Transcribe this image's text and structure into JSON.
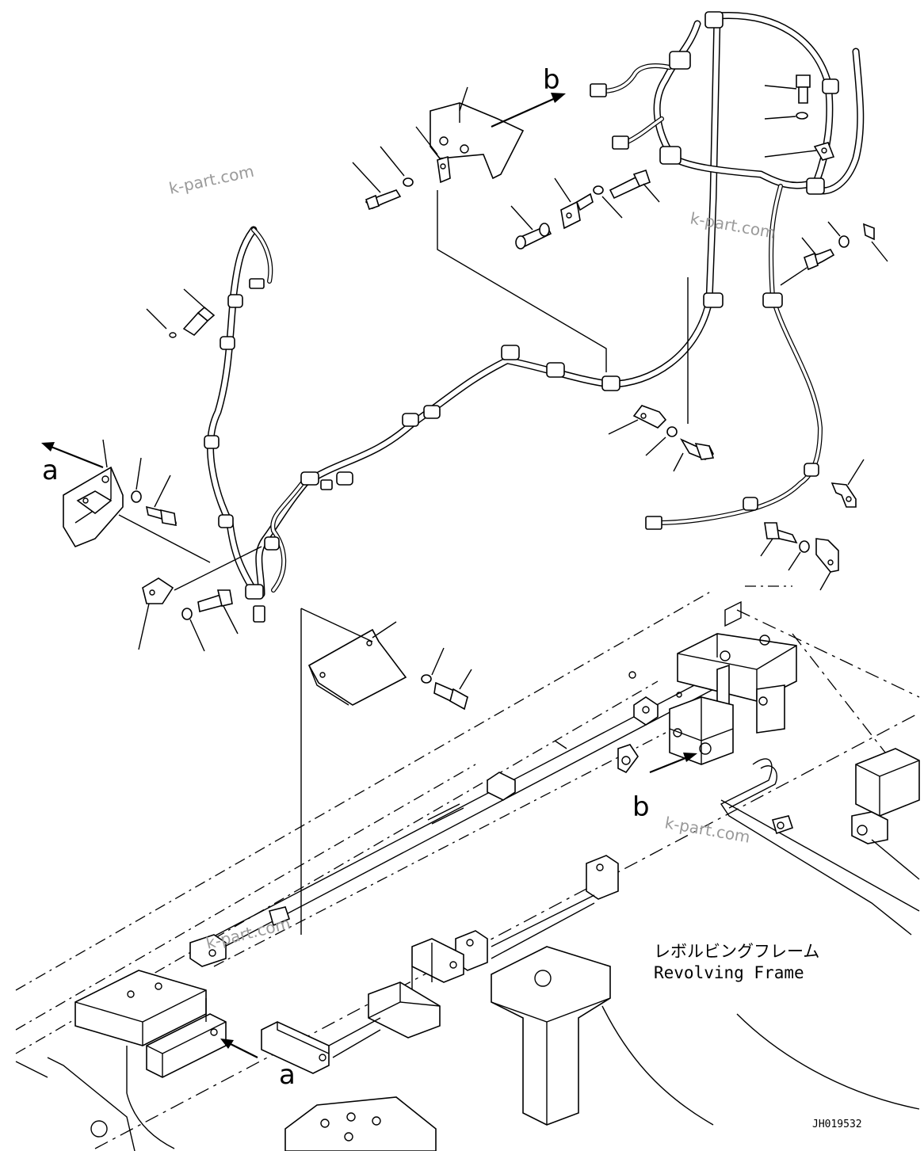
{
  "reference_labels": {
    "a_top": "a",
    "b_top": "b",
    "b_bottom": "b",
    "a_bottom": "a"
  },
  "frame_caption": {
    "japanese": "レボルビングフレーム",
    "english": "Revolving Frame"
  },
  "drawing_code": "JH019532",
  "watermark": "k-part.com"
}
